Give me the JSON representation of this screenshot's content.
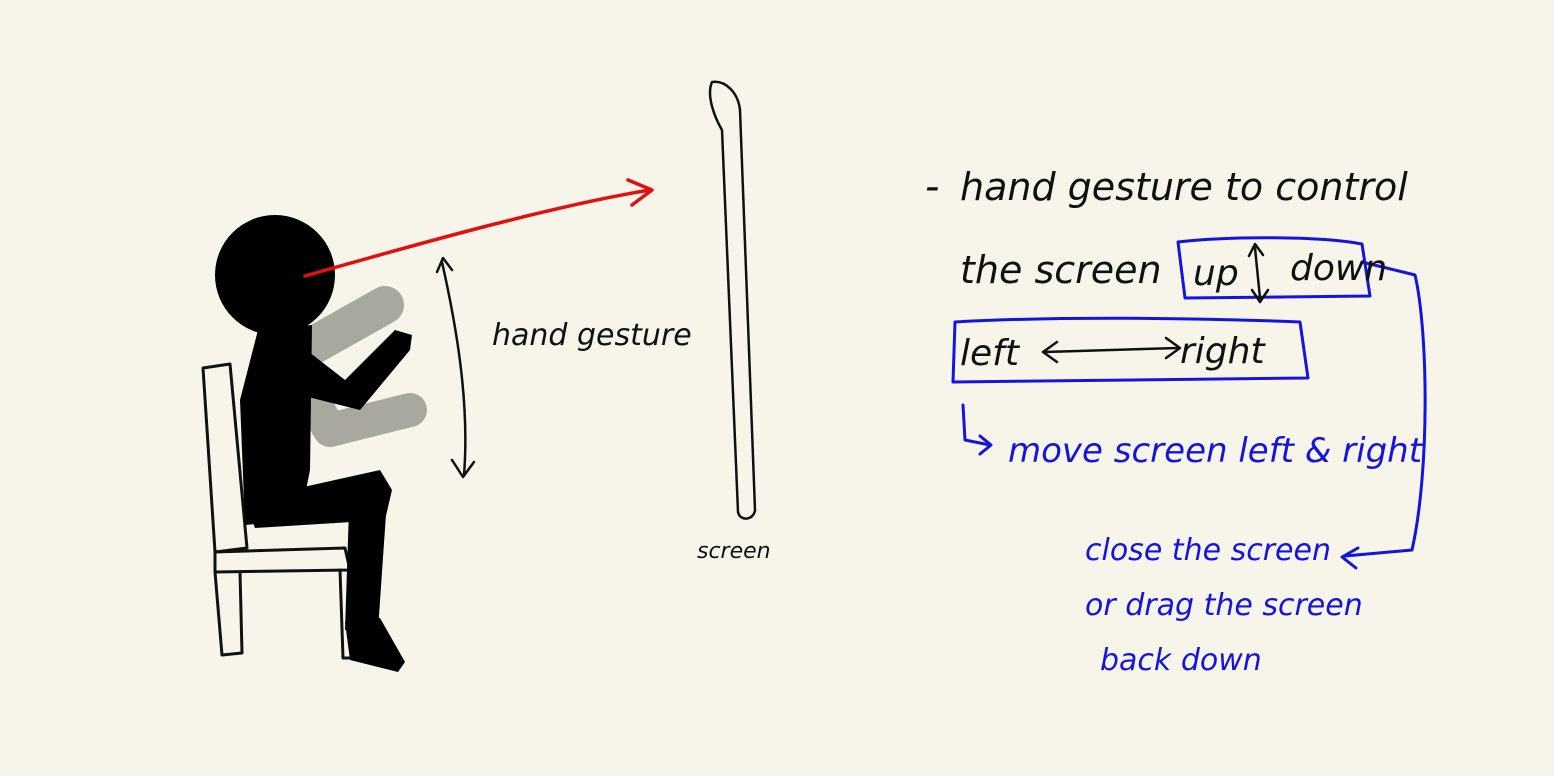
{
  "colors": {
    "background": "#f7f5ea",
    "ink_black": "#111111",
    "ink_blue": "#1414e0",
    "ink_red": "#e01010",
    "ghost_arm": "#a3a39b"
  },
  "icons": {
    "person": "seated-person-silhouette",
    "chair": "chair",
    "gaze": "gaze-arrow",
    "screen": "screen-panel"
  },
  "left_labels": {
    "hand_gesture": "hand gesture",
    "screen": "screen"
  },
  "notes": {
    "bullet": "-",
    "line1": "hand gesture to control",
    "line2_prefix": "the screen",
    "up": "up",
    "down": "down",
    "left": "left",
    "right": "right",
    "move_note": "move screen left & right",
    "close_line1": "close the screen",
    "close_line2": "or drag the screen",
    "close_line3": "back down"
  }
}
